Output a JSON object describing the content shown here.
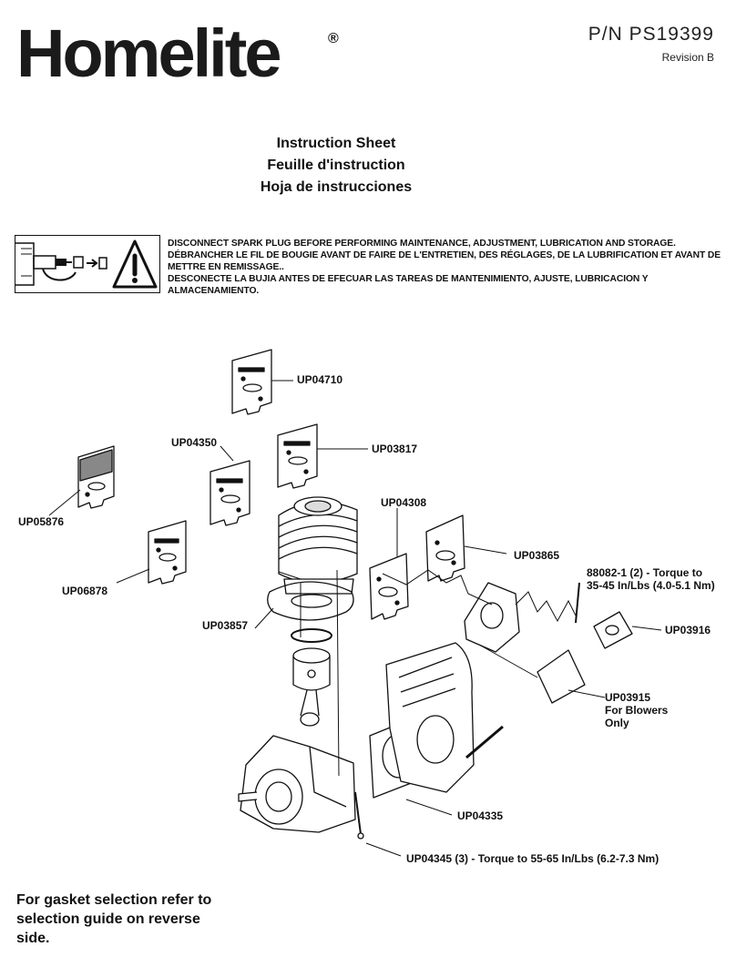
{
  "header": {
    "logo": "Homelite",
    "registered": "®",
    "part_number": "P/N  PS19399",
    "revision": "Revision B"
  },
  "titles": {
    "en": "Instruction Sheet",
    "fr": "Feuille d'instruction",
    "es": "Hoja de instrucciones"
  },
  "warning": {
    "en": "DISCONNECT SPARK PLUG BEFORE PERFORMING MAINTENANCE, ADJUSTMENT, LUBRICATION AND STORAGE.",
    "fr": "DÉBRANCHER LE FIL DE BOUGIE AVANT DE FAIRE DE L'ENTRETIEN, DES RÉGLAGES, DE LA LUBRIFICATION ET AVANT DE METTRE EN REMISSAGE..",
    "es": "DESCONECTE LA BUJIA ANTES DE EFECUAR LAS TAREAS DE MANTENIMIENTO, AJUSTE, LUBRICACION Y ALMACENAMIENTO."
  },
  "parts": {
    "up04710": "UP04710",
    "up04350": "UP04350",
    "up03817": "UP03817",
    "up05876": "UP05876",
    "up04308": "UP04308",
    "up03865": "UP03865",
    "up06878": "UP06878",
    "screw_line1": "88082-1 (2) - Torque to",
    "screw_line2": "35-45 In/Lbs (4.0-5.1 Nm)",
    "up03916": "UP03916",
    "up03857": "UP03857",
    "up03915_line1": "UP03915",
    "up03915_line2": "For Blowers",
    "up03915_line3": "Only",
    "up04335": "UP04335",
    "up04345": "UP04345 (3) - Torque to 55-65 In/Lbs (6.2-7.3 Nm)"
  },
  "footnote": "For gasket selection refer to selection guide on reverse side."
}
